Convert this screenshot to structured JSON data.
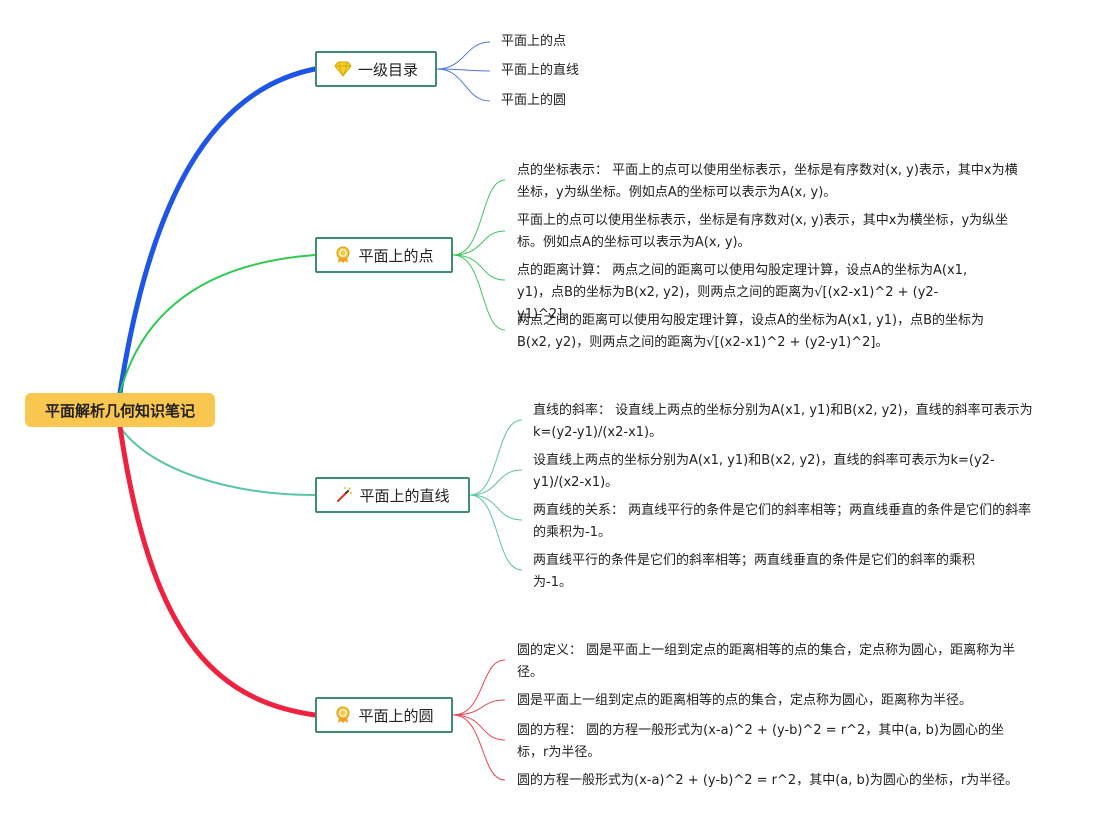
{
  "root": {
    "label": "平面解析几何知识笔记",
    "color": "#f9c64f"
  },
  "branches": [
    {
      "id": "toc",
      "label": "一级目录",
      "icon": "diamond-icon",
      "color": "#1e55e6",
      "leaf_color": "#4d79d8",
      "leaves": [
        "平面上的点",
        "平面上的直线",
        "平面上的圆"
      ]
    },
    {
      "id": "point",
      "label": "平面上的点",
      "icon": "medal-icon",
      "color": "#2fc94f",
      "leaf_color": "#3dc55c",
      "leaves": [
        "点的坐标表示： 平面上的点可以使用坐标表示，坐标是有序数对(x, y)表示，其中x为横坐标，y为纵坐标。例如点A的坐标可以表示为A(x, y)。",
        "平面上的点可以使用坐标表示，坐标是有序数对(x, y)表示，其中x为横坐标，y为纵坐标。例如点A的坐标可以表示为A(x, y)。",
        "点的距离计算： 两点之间的距离可以使用勾股定理计算，设点A的坐标为A(x1, y1)，点B的坐标为B(x2, y2)，则两点之间的距离为√[(x2-x1)^2 + (y2-y1)^2]。",
        "两点之间的距离可以使用勾股定理计算，设点A的坐标为A(x1, y1)，点B的坐标为B(x2, y2)，则两点之间的距离为√[(x2-x1)^2 + (y2-y1)^2]。"
      ]
    },
    {
      "id": "line",
      "label": "平面上的直线",
      "icon": "magic-wand-icon",
      "color": "#5cc4a8",
      "leaf_color": "#5cc4a8",
      "leaves": [
        "直线的斜率： 设直线上两点的坐标分别为A(x1, y1)和B(x2, y2)，直线的斜率可表示为k=(y2-y1)/(x2-x1)。",
        "设直线上两点的坐标分别为A(x1, y1)和B(x2, y2)，直线的斜率可表示为k=(y2-y1)/(x2-x1)。",
        "两直线的关系： 两直线平行的条件是它们的斜率相等；两直线垂直的条件是它们的斜率的乘积为-1。",
        "两直线平行的条件是它们的斜率相等；两直线垂直的条件是它们的斜率的乘积为-1。"
      ]
    },
    {
      "id": "circle",
      "label": "平面上的圆",
      "icon": "medal-icon",
      "color": "#f0203f",
      "leaf_color": "#e8455c",
      "leaves": [
        "圆的定义： 圆是平面上一组到定点的距离相等的点的集合，定点称为圆心，距离称为半径。",
        "圆是平面上一组到定点的距离相等的点的集合，定点称为圆心，距离称为半径。",
        "圆的方程： 圆的方程一般形式为(x-a)^2 + (y-b)^2 = r^2，其中(a, b)为圆心的坐标，r为半径。",
        "圆的方程一般形式为(x-a)^2 + (y-b)^2 = r^2，其中(a, b)为圆心的坐标，r为半径。"
      ]
    }
  ]
}
